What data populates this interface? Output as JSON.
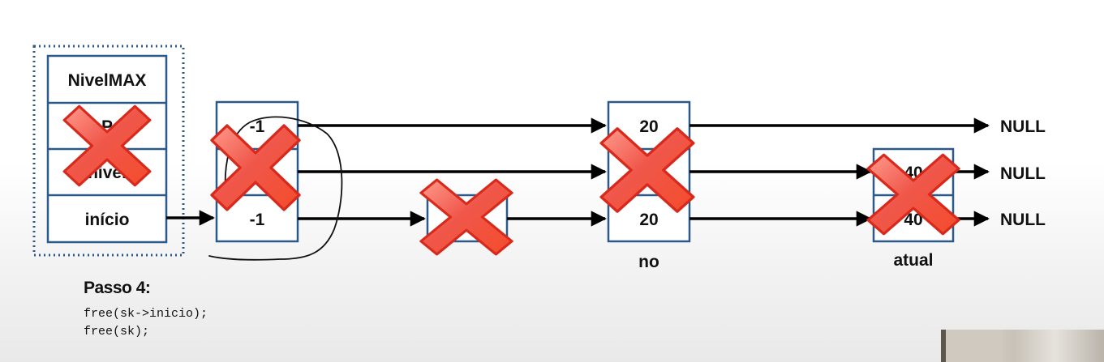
{
  "header": {
    "cells": [
      "NivelMAX",
      "P",
      "nivel",
      "início"
    ]
  },
  "nodes": [
    {
      "id": "head",
      "values": [
        "-1",
        "-1",
        "-1"
      ]
    },
    {
      "id": "n10",
      "values": [
        "",
        "",
        ""
      ]
    },
    {
      "id": "n20",
      "values": [
        "20",
        "20",
        "20"
      ],
      "caption": "no"
    },
    {
      "id": "n40",
      "values": [
        "40",
        "40"
      ],
      "caption": "atual"
    }
  ],
  "null_labels": [
    "NULL",
    "NULL",
    "NULL"
  ],
  "step": {
    "title": "Passo 4:",
    "code": [
      "free(sk->inicio);",
      "free(sk);"
    ]
  },
  "colors": {
    "box_border": "#2b5a8a",
    "arrow": "#000000",
    "cross_fill": "#ff5a4a",
    "cross_stroke": "#d11a10",
    "dotted": "#2b5a8a"
  },
  "icons": [
    "x-mark-icon"
  ]
}
